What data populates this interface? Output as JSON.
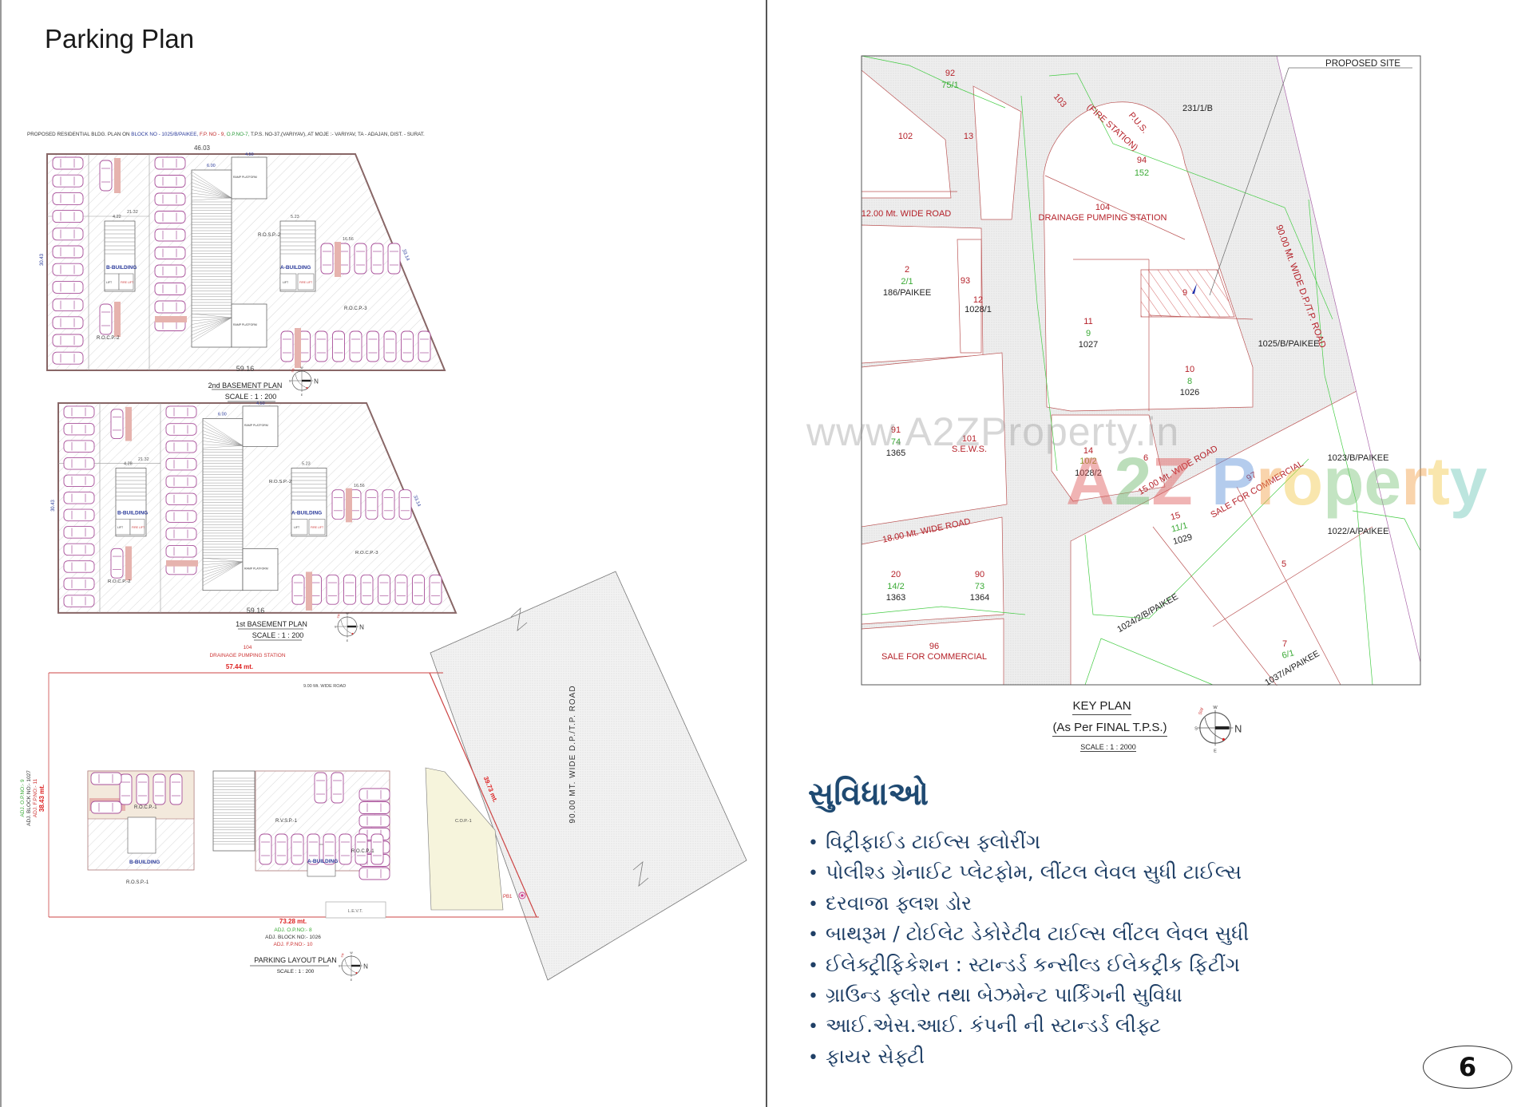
{
  "page_title": "Parking Plan",
  "drawing_header": {
    "prefix": "PROPOSED RESIDENTIAL BLDG. PLAN ON ",
    "block": "BLOCK NO - 1025/B/PAIKEE, ",
    "fp": "F.P. NO - 9, ",
    "op": "O.P.NO-7, ",
    "suffix": "T.P.S. NO-37,(VARIYAV), AT MOJE :- VARIYAV, TA - ADAJAN, DIST. - SURAT."
  },
  "basement2": {
    "title": "2nd BASEMENT PLAN",
    "scale": "SCALE : 1 : 200",
    "dim_top": "46.03",
    "dim_bottom": "59.16",
    "dim_left": "30.43",
    "dim_right": "33.14",
    "zone_left": "R.O.C.P.-2",
    "zone_mid": "R.O.S.P.-2",
    "zone_right": "R.O.C.P.-3",
    "building_b": "B-BUILDING",
    "building_a": "A-BUILDING",
    "ramp_platform": "RAMP PLATFORM",
    "lift": "LIFT",
    "fire_lift": "FIRE LIFT",
    "dim_ramp": "6.00",
    "dim_platform": "4.50",
    "dim_mid": "21.32",
    "dim_core_b": "4.22",
    "dim_core_a": "5.23",
    "dim_row": "16.56"
  },
  "basement1": {
    "title": "1st BASEMENT PLAN",
    "scale": "SCALE : 1 : 200",
    "dim_top": "",
    "dim_bottom": "59.16",
    "dim_left": "30.43",
    "dim_right": "33.14",
    "zone_left": "R.O.C.P.-2",
    "zone_mid": "R.O.S.P.-2",
    "zone_right": "R.O.C.P.-3",
    "building_b": "B-BUILDING",
    "building_a": "A-BUILDING",
    "ramp_platform": "RAMP PLATFORM",
    "lift": "LIFT",
    "fire_lift": "FIRE LIFT",
    "dim_ramp": "6.00",
    "dim_platform": "4.50",
    "dim_mid": "21.32",
    "dim_core_b": "4.28",
    "dim_core_a": "5.23",
    "dim_row": "16.56"
  },
  "parking_layout": {
    "title": "PARKING LAYOUT PLAN",
    "scale": "SCALE : 1 : 200",
    "north_plot_no": "104",
    "north_plot_name": "DRAINAGE PUMPING STATION",
    "dim_top": "57.44 mt.",
    "dim_bottom": "73.28 mt.",
    "dim_left": "38.43 mt.",
    "dim_road_edge": "39.73 mt.",
    "road_label": "90.00 MT. WIDE D.P./T.P. ROAD",
    "inner_road": "9.00 Mt. WIDE ROAD",
    "left_adj_op": "ADJ. O.P.NO:- 9",
    "left_adj_block": "ADJ. BLOCK NO:- 1027",
    "left_adj_fp": "ADJ. F.P.NO:- 11",
    "bottom_adj_op": "ADJ. O.P.NO:- 8",
    "bottom_adj_block": "ADJ. BLOCK NO:- 1026",
    "bottom_adj_fp": "ADJ. F.P.NO:- 10",
    "building_b": "B-BUILDING",
    "building_a": "A-BUILDING",
    "zone_rocp1": "R.O.C.P.-1",
    "zone_rosp1": "R.O.S.P.-1",
    "zone_rocp1b": "R.O.C.P.-1",
    "zone_rvsp1": "R.V.S.P.-1",
    "cop": "C.O.P.-1",
    "pb": "PB1",
    "levt": "L.E.V.T."
  },
  "keyplan": {
    "proposed_site": "PROPOSED SITE",
    "title": "KEY PLAN",
    "subtitle": "(As Per FINAL T.P.S.)",
    "scale": "SCALE : 1 : 2000",
    "roads": {
      "r12": "12.00 Mt. WIDE ROAD",
      "r18": "18.00 Mt. WIDE ROAD",
      "r15": "15.00 Mt. WIDE ROAD",
      "r90": "90.00 Mt. WIDE D.P./T.P. ROAD"
    },
    "labels": {
      "p92": "92",
      "p92b": "75/1",
      "p102": "102",
      "p13": "13",
      "p103": "103",
      "pus": "P.U.S.",
      "fire": "(FIRE STATION)",
      "s231": "231/1/B",
      "p94": "94",
      "p94b": "152",
      "p104": "104",
      "p104n": "DRAINAGE PUMPING STATION",
      "p2": "2",
      "p2b": "2/1",
      "p2c": "186/PAIKEE",
      "p93": "93",
      "p12": "12",
      "p12c": "1028/1",
      "p9": "9",
      "p11": "11",
      "p11b": "9",
      "p11c": "1027",
      "s1025": "1025/B/PAIKEE",
      "p10": "10",
      "p10b": "8",
      "p10c": "1026",
      "p91": "91",
      "p91b": "74",
      "p91c": "1365",
      "p101": "101",
      "p101n": "S.E.W.S.",
      "p14": "14",
      "p14b": "10/2",
      "p14c": "1028/2",
      "p6": "6",
      "p97": "97",
      "p97n": "SALE FOR COMMERCIAL",
      "s1023": "1023/B/PAIKEE",
      "s1022": "1022/A/PAIKEE",
      "p15": "15",
      "p15b": "11/1",
      "p15c": "1029",
      "p5": "5",
      "p20": "20",
      "p20b": "14/2",
      "p20c": "1363",
      "p90": "90",
      "p90b": "73",
      "p90c": "1364",
      "s1024": "1024/2/B/PAIKEE",
      "p96": "96",
      "p96n": "SALE FOR COMMERCIAL",
      "p7": "7",
      "p7b": "6/1",
      "p7c": "1037/A/PAIKEE"
    }
  },
  "compass": {
    "n": "N",
    "w": "W",
    "s": "S",
    "e": "E",
    "sw": "SW"
  },
  "watermark": {
    "url": "www.A2ZProperty.in",
    "logo": "A2Z Property"
  },
  "amenities": {
    "title": "સુવિધાઓ",
    "items": [
      "વિટ્રીફાઈડ ટાઈલ્સ ફ્લોરીંગ",
      "પોલીશ્ડ ગ્રેનાઈટ પ્લેટફોમ, લીંટલ લેવલ સુધી ટાઈલ્સ",
      "દરવાજા ફ્લશ ડોર",
      "બાથરૂમ / ટોઈલેટ ડેકોરેટીવ ટાઈલ્સ લીંટલ લેવલ સુધી",
      "ઈલેક્ટ્રીફિકેશન : સ્ટાન્ડર્ડ કન્સીલ્ડ ઈલેકટ્રીક ફિટીંગ",
      "ગ્રાઉન્ડ ફ્લોર તથા બેઝમેન્ટ પાર્કિંગની સુવિધા",
      "આઈ.એસ.આઈ. કંપની ની સ્ટાન્ડર્ડ લીફ્ટ",
      "ફાયર સેફ્ટી"
    ],
    "bullet": "•"
  },
  "page_number": "6",
  "colors": {
    "heading": "#1f4a72",
    "plot_red": "#b5222a",
    "plot_green": "#3aaa35",
    "car": "#a8509a",
    "road": "#e9e9e9"
  }
}
